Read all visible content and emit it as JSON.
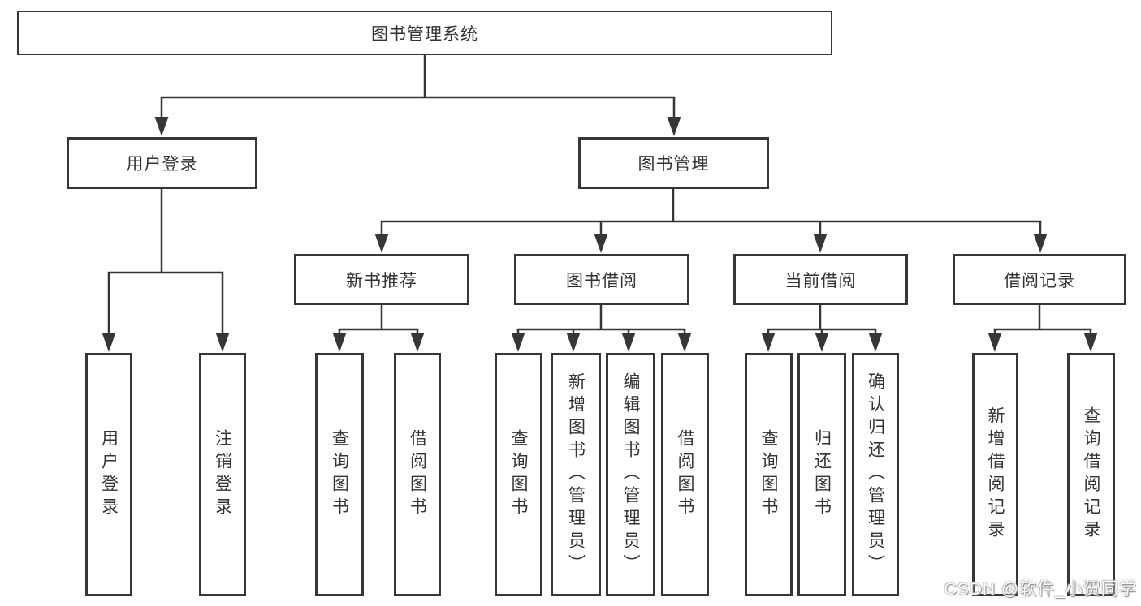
{
  "diagram": {
    "root": {
      "label": "图书管理系统"
    },
    "level2": [
      {
        "id": "user-login",
        "label": "用户登录"
      },
      {
        "id": "book-management",
        "label": "图书管理"
      }
    ],
    "level3": [
      {
        "id": "new-book-recommend",
        "label": "新书推荐"
      },
      {
        "id": "book-borrowing",
        "label": "图书借阅"
      },
      {
        "id": "current-borrowing",
        "label": "当前借阅"
      },
      {
        "id": "borrowing-records",
        "label": "借阅记录"
      }
    ],
    "leaves": [
      {
        "id": "user-login-action",
        "label": "用户登录"
      },
      {
        "id": "logout-action",
        "label": "注销登录"
      },
      {
        "id": "recommend-query-books",
        "label": "查询图书"
      },
      {
        "id": "recommend-borrow-books",
        "label": "借阅图书"
      },
      {
        "id": "borrowing-query-books",
        "label": "查询图书"
      },
      {
        "id": "borrowing-add-books",
        "label": "新增图书（管理员）"
      },
      {
        "id": "borrowing-edit-books",
        "label": "编辑图书（管理员）"
      },
      {
        "id": "borrowing-borrow-books",
        "label": "借阅图书"
      },
      {
        "id": "current-query-books",
        "label": "查询图书"
      },
      {
        "id": "current-return-books",
        "label": "归还图书"
      },
      {
        "id": "current-confirm-return",
        "label": "确认归还（管理员）"
      },
      {
        "id": "records-add-borrow-record",
        "label": "新增借阅记录"
      },
      {
        "id": "records-query-borrow-record",
        "label": "查询借阅记录"
      }
    ],
    "watermark": "CSDN @软件_小贺同学",
    "colors": {
      "line": "#363636",
      "text": "#333333",
      "background": "#ffffff"
    }
  }
}
